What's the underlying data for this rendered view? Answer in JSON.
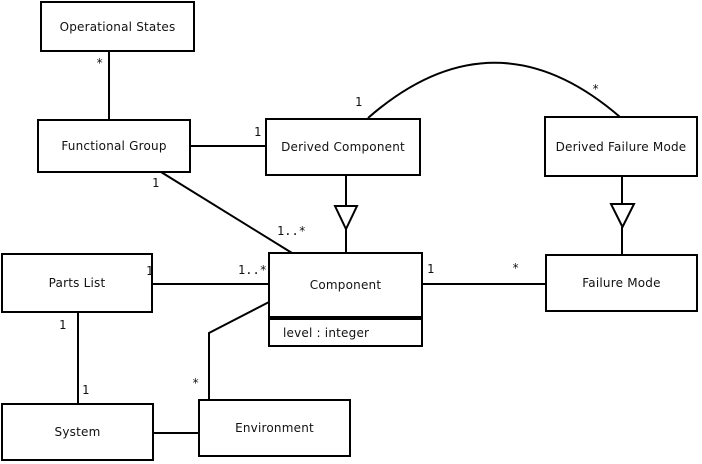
{
  "diagram": {
    "background_color": "#ffffff",
    "line_color": "#000000",
    "box_fill_color": "#ffffff",
    "classes": [
      {
        "name": "Operational States"
      },
      {
        "name": "Functional Group"
      },
      {
        "name": "Derived Component"
      },
      {
        "name": "Derived Failure Mode"
      },
      {
        "name": "Parts List"
      },
      {
        "name": "Component",
        "attributes": [
          "level : integer"
        ]
      },
      {
        "name": "Failure Mode"
      },
      {
        "name": "System"
      },
      {
        "name": "Environment"
      }
    ],
    "multiplicity_labels": [
      {
        "text": "*"
      },
      {
        "text": "1"
      },
      {
        "text": "1"
      },
      {
        "text": "1..*"
      },
      {
        "text": "1"
      },
      {
        "text": "*"
      },
      {
        "text": "1"
      },
      {
        "text": "1..*"
      },
      {
        "text": "1"
      },
      {
        "text": "*"
      },
      {
        "text": "1"
      },
      {
        "text": "1"
      },
      {
        "text": "*"
      }
    ],
    "connectors": [
      {
        "a": "Operational States",
        "a_label": "*",
        "b": "Functional Group",
        "b_label": "",
        "type": "association",
        "shape": "straight"
      },
      {
        "a": "Functional Group",
        "a_label": "",
        "b": "Derived Component",
        "b_label": "1",
        "type": "association",
        "shape": "straight"
      },
      {
        "a": "Functional Group",
        "a_label": "1",
        "b": "Component",
        "b_label": "1..*",
        "type": "association",
        "shape": "straight"
      },
      {
        "a": "Derived Component",
        "a_label": "1",
        "b": "Derived Failure Mode",
        "b_label": "*",
        "type": "association",
        "shape": "arc"
      },
      {
        "a": "Derived Component",
        "a_label": "",
        "b": "Component",
        "b_label": "",
        "type": "generalization",
        "shape": "straight"
      },
      {
        "a": "Derived Failure Mode",
        "a_label": "",
        "b": "Failure Mode",
        "b_label": "",
        "type": "generalization",
        "shape": "straight"
      },
      {
        "a": "Parts List",
        "a_label": "1",
        "b": "Component",
        "b_label": "1..*",
        "type": "association",
        "shape": "straight"
      },
      {
        "a": "Component",
        "a_label": "1",
        "b": "Failure Mode",
        "b_label": "*",
        "type": "association",
        "shape": "straight"
      },
      {
        "a": "Parts List",
        "a_label": "1",
        "b": "System",
        "b_label": "1",
        "type": "association",
        "shape": "straight"
      },
      {
        "a": "System",
        "a_label": "",
        "b": "Environment",
        "b_label": "",
        "type": "association",
        "shape": "straight"
      },
      {
        "a": "Environment",
        "a_label": "*",
        "b": "Component",
        "b_label": "",
        "type": "association",
        "shape": "elbow"
      }
    ]
  }
}
